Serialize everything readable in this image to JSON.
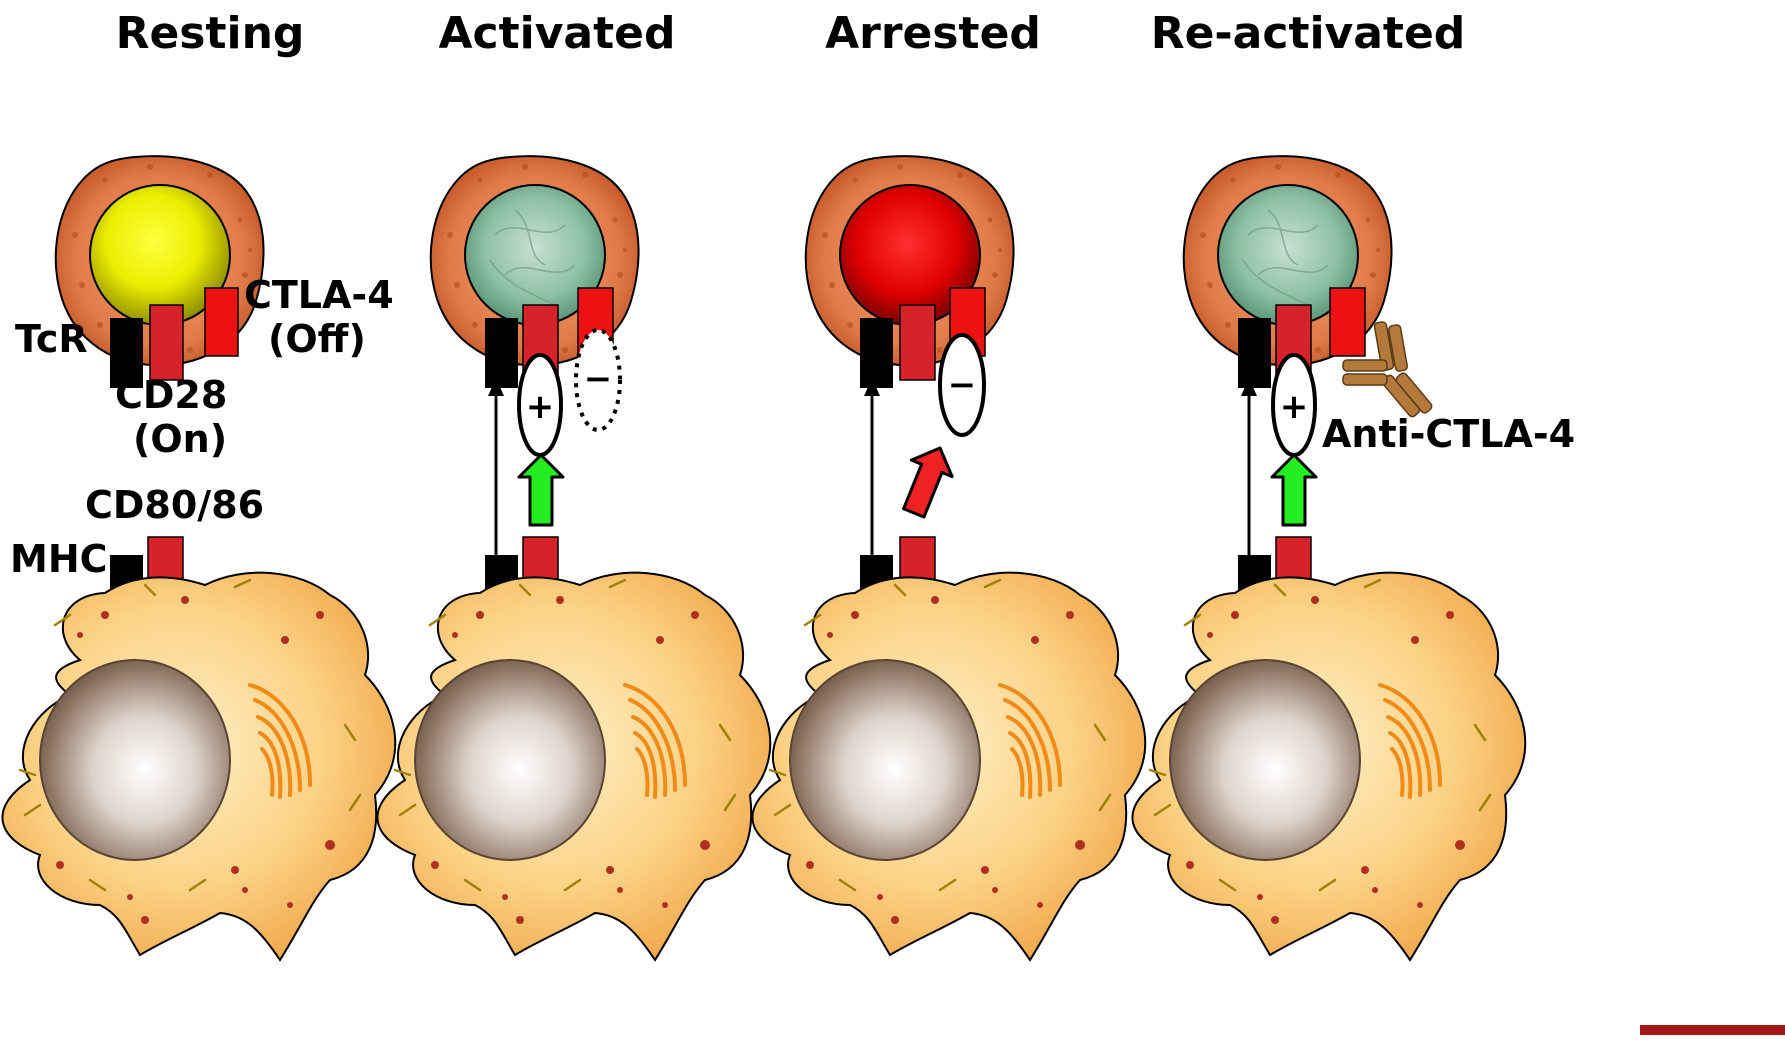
{
  "panels": [
    {
      "title": "Resting"
    },
    {
      "title": "Activated"
    },
    {
      "title": "Arrested"
    },
    {
      "title": "Re-activated"
    }
  ],
  "labels": {
    "tcr": "TcR",
    "ctla4": "CTLA-4",
    "ctla4_state": "(Off)",
    "cd28": "CD28",
    "cd28_state": "(On)",
    "cd80_86": "CD80/86",
    "mhc": "MHC",
    "anti_ctla4": "Anti-CTLA-4"
  },
  "signs": {
    "plus": "+",
    "minus": "−"
  },
  "colors": {
    "tcell_membrane": "#d9663a",
    "tcr_black": "#000000",
    "cd28_red": "#d6222b",
    "ctla4_red": "#ee1111",
    "apc_body": "#f9c466",
    "nucleus_resting": "#f2f200",
    "nucleus_active": "#8dc0a4",
    "nucleus_arrested": "#e80000",
    "arrow_green": "#22ee22",
    "arrow_red": "#ee2222",
    "antibody": "#b47a3c",
    "footer_bar": "#a01818"
  }
}
